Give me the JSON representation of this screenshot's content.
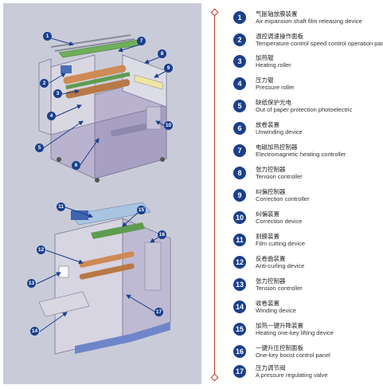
{
  "colors": {
    "panel_bg": "#c9ccd8",
    "badge": "#1b3f8c",
    "timeline": "#c0392b",
    "arrow": "#1b3f8c"
  },
  "legend": [
    {
      "num": "1",
      "cn": "气胀轴放膜装置",
      "en": "Air expansion shaft film releasing device"
    },
    {
      "num": "2",
      "cn": "温控调速操作面板",
      "en": "Temperature control speed control operation panel"
    },
    {
      "num": "3",
      "cn": "加热辊",
      "en": "Heating roller"
    },
    {
      "num": "4",
      "cn": "压力辊",
      "en": "Pressure roller"
    },
    {
      "num": "5",
      "cn": "缺纸保护光电",
      "en": "Out of paper protection photoelectric"
    },
    {
      "num": "6",
      "cn": "放卷装置",
      "en": "Unwinding device"
    },
    {
      "num": "7",
      "cn": "电磁加热控制器",
      "en": "Electromagnetic heating controller"
    },
    {
      "num": "8",
      "cn": "张力控制器",
      "en": "Tension controller"
    },
    {
      "num": "9",
      "cn": "纠偏控制器",
      "en": "Correction controller"
    },
    {
      "num": "10",
      "cn": "纠偏装置",
      "en": "Correction device"
    },
    {
      "num": "11",
      "cn": "割膜装置",
      "en": "Film cutting device"
    },
    {
      "num": "12",
      "cn": "反卷曲装置",
      "en": "Anti-curling device"
    },
    {
      "num": "13",
      "cn": "张力控制器",
      "en": "Tension controller"
    },
    {
      "num": "14",
      "cn": "收卷装置",
      "en": "Winding device"
    },
    {
      "num": "15",
      "cn": "加热一键升降装置",
      "en": "Heating one-key lifting device"
    },
    {
      "num": "16",
      "cn": "一键升压控制面板",
      "en": "One-key boost control panel"
    },
    {
      "num": "17",
      "cn": "压力调节阀",
      "en": "A pressure regulating valve"
    }
  ],
  "callouts_top": [
    "1",
    "7",
    "2",
    "8",
    "9",
    "3",
    "4",
    "10",
    "5",
    "6"
  ],
  "callouts_bottom": [
    "11",
    "15",
    "16",
    "12",
    "13",
    "17",
    "14"
  ]
}
